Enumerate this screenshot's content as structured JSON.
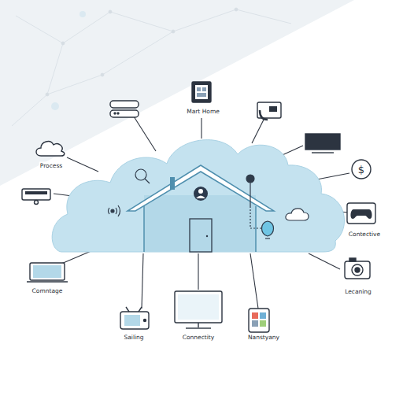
{
  "diagram": {
    "labels": [
      "Mart Home",
      "Process",
      "Contective",
      "Comntage",
      "Lecaning",
      "Sailing",
      "Connectity",
      "Nanstyany"
    ]
  }
}
